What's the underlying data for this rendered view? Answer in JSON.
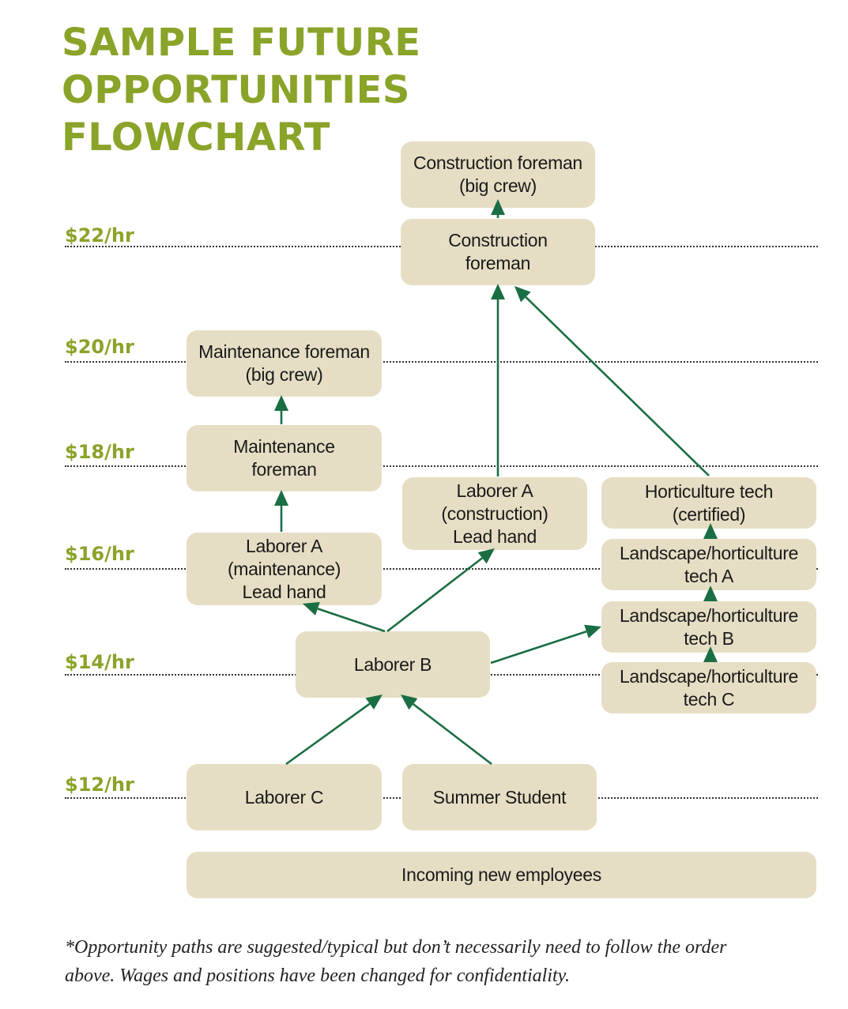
{
  "title": [
    "SAMPLE FUTURE",
    "OPPORTUNITIES",
    "FLOWCHART"
  ],
  "wages": [
    "$22/hr",
    "$20/hr",
    "$18/hr",
    "$16/hr",
    "$14/hr",
    "$12/hr"
  ],
  "boxes": {
    "construction_foreman_big_crew": [
      "Construction foreman",
      "(big crew)"
    ],
    "construction_foreman": [
      "Construction",
      "foreman"
    ],
    "maintenance_foreman_big_crew": [
      "Maintenance foreman",
      "(big crew)"
    ],
    "maintenance_foreman": [
      "Maintenance",
      "foreman"
    ],
    "laborer_a_maintenance": [
      "Laborer A",
      "(maintenance)",
      "Lead hand"
    ],
    "laborer_a_construction": [
      "Laborer A",
      "(construction)",
      "Lead hand"
    ],
    "horticulture_tech_certified": [
      "Horticulture tech",
      "(certified)"
    ],
    "landscape_tech_a": [
      "Landscape/horticulture",
      "tech A"
    ],
    "landscape_tech_b": [
      "Landscape/horticulture",
      "tech B"
    ],
    "landscape_tech_c": [
      "Landscape/horticulture",
      "tech C"
    ],
    "laborer_b": [
      "Laborer B"
    ],
    "laborer_c": [
      "Laborer C"
    ],
    "summer_student": [
      "Summer Student"
    ],
    "incoming": [
      "Incoming new employees"
    ]
  },
  "footnote": [
    "*Opportunity paths are suggested/typical but don’t necessarily need to follow the order",
    "above. Wages and positions have been changed for confidentiality."
  ],
  "colors": {
    "title_green": "#8aa329",
    "box_fill": "#e6dec4",
    "arrow_green": "#1a6e43"
  }
}
